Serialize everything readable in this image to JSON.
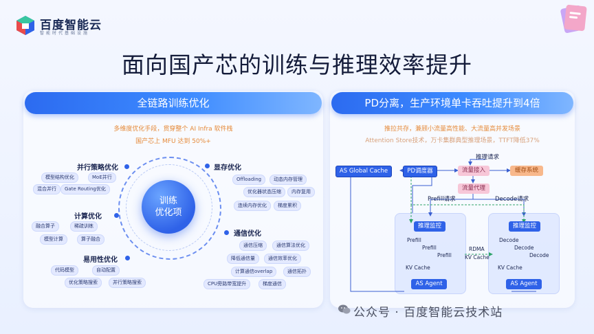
{
  "brand": {
    "name": "百度智能云",
    "tagline": "智能时代基础设施"
  },
  "title": "面向国产芯的训练与推理效率提升",
  "left_panel": {
    "header": "全链路训练优化",
    "subtitle_1": "多维度优化手段，贯穿整个 AI Infra 软件栈",
    "subtitle_2": "国产芯上 MFU 达到 50%+",
    "core_label_1": "训练",
    "core_label_2": "优化项",
    "categories": {
      "parallel": {
        "label": "并行策略优化",
        "items": [
          "模型结构优化",
          "MoE并行",
          "混合并行",
          "Gate Routing优化"
        ]
      },
      "compute": {
        "label": "计算优化",
        "items": [
          "融合算子",
          "稀疏训练",
          "模型计算",
          "算子融合"
        ]
      },
      "usability": {
        "label": "易用性优化",
        "items": [
          "代码模型",
          "自动配置",
          "优化策略搜索",
          "并行策略搜索"
        ]
      },
      "memory": {
        "label": "显存优化",
        "items": [
          "Offloading",
          "动态内存管理",
          "优化器状态压缩",
          "内存复用",
          "连续内存优化",
          "梯度累积"
        ]
      },
      "comm": {
        "label": "通信优化",
        "items": [
          "通信压缩",
          "通信算法优化",
          "降低通信量",
          "通信效率优化",
          "计算通信overlap",
          "通信拓扑",
          "CPU旁路带宽提升",
          "梯度通信"
        ]
      }
    }
  },
  "right_panel": {
    "header": "PD分离，生产环境单卡吞吐提升到4倍",
    "subtitle_1": "推拉共存，兼顾小流量高性能、大流量高并发场景",
    "subtitle_2": "Attention Store技术，万卡集群典型推理场景，TTFT降低37%",
    "nodes": {
      "request": "推理请求",
      "global_cache": "AS Global Cache",
      "scheduler": "PD调度器",
      "ingress": "流量接入",
      "cache_sys": "缓存系统",
      "proxy": "流量代理",
      "prefill_req": "Prefill请求",
      "decode_req": "Decode请求",
      "monitor_left": "推理监控",
      "monitor_right": "推理监控",
      "prefill": [
        "Prefill",
        "Prefill",
        "Prefill"
      ],
      "decode": [
        "Decode",
        "Decode",
        "Decode"
      ],
      "kv_left": "KV Cache",
      "kv_right": "KV Cache",
      "rdma": "RDMA",
      "rdma_kv": "KV Cache",
      "agent_left": "AS Agent",
      "agent_right": "AS Agent"
    }
  },
  "watermark": "公众号 · 百度智能云技术站",
  "colors": {
    "accent": "#2f62e8",
    "subtitle": "#e58a3a",
    "pill_bg": "#e3e9ff"
  }
}
